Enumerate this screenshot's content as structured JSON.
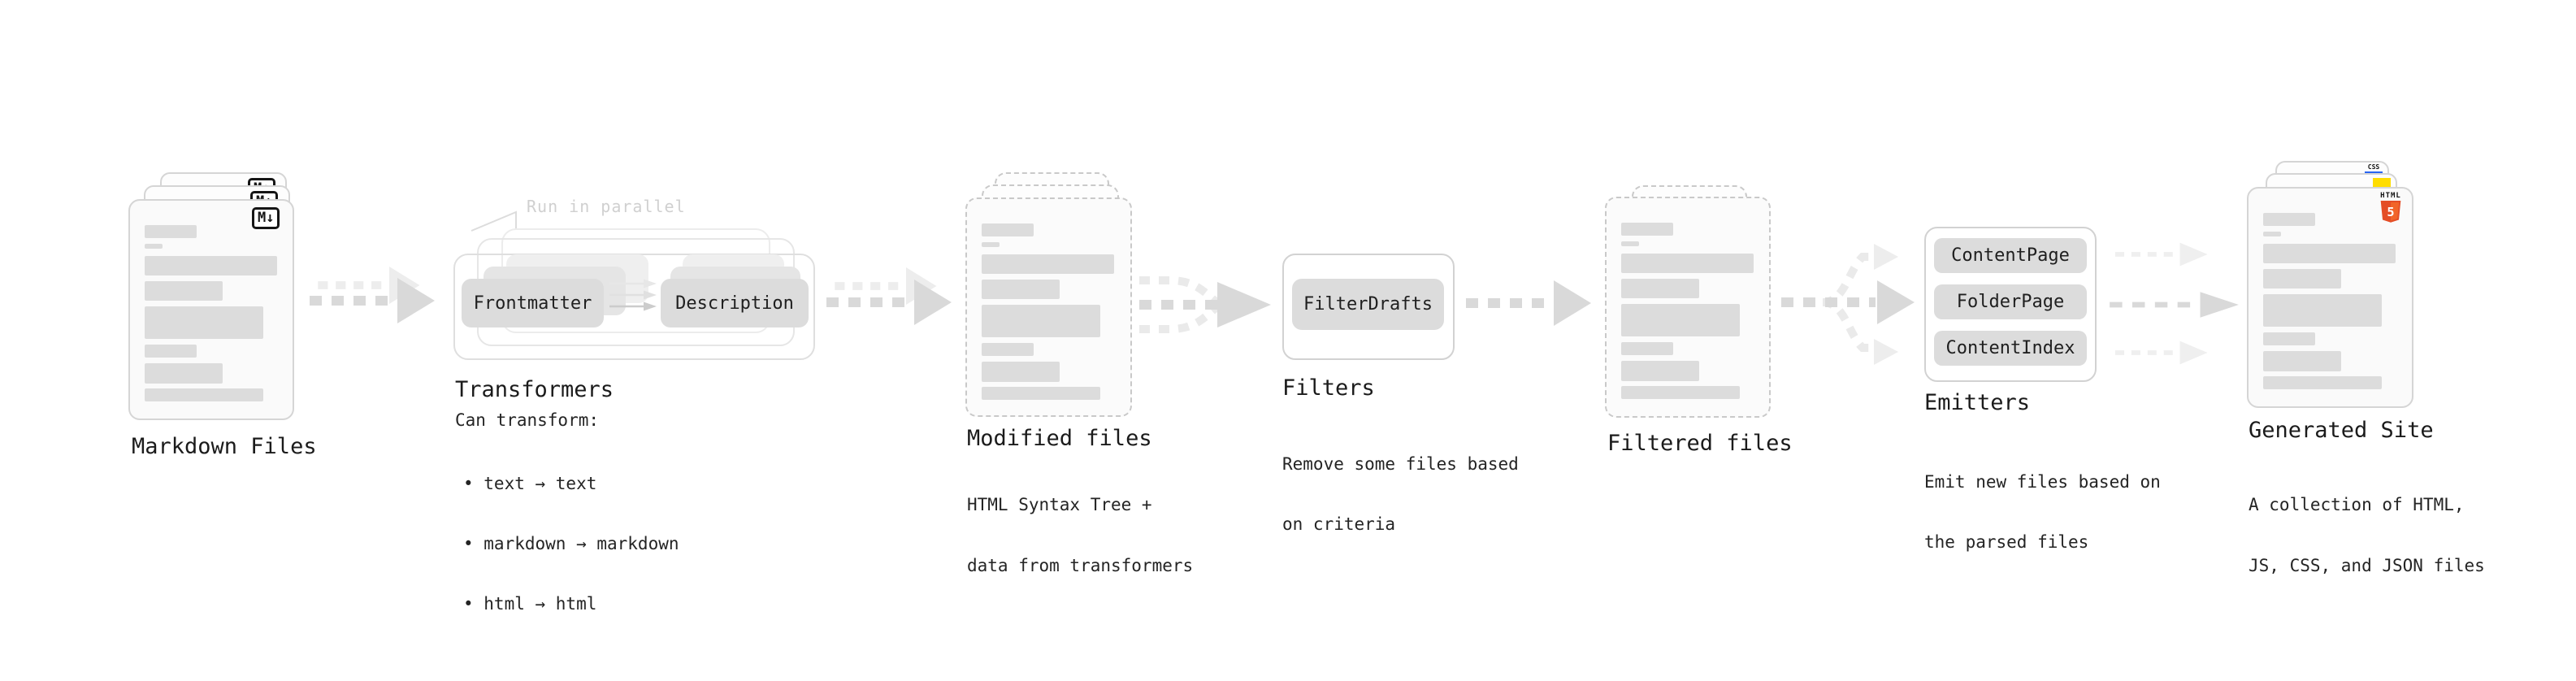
{
  "stages": {
    "markdown_files": {
      "label": "Markdown Files"
    },
    "transformers": {
      "label": "Transformers",
      "annotation": "Run in parallel",
      "box1": "Frontmatter",
      "box2": "Description",
      "desc_title": "Can transform:",
      "bullet1": "• text → text",
      "bullet2": "• markdown → markdown",
      "bullet3": "• html → html"
    },
    "modified_files": {
      "label": "Modified files",
      "desc_line1": "HTML Syntax Tree +",
      "desc_line2": "data from transformers"
    },
    "filters": {
      "label": "Filters",
      "box1": "FilterDrafts",
      "desc_line1": "Remove some files based",
      "desc_line2": "on criteria"
    },
    "filtered_files": {
      "label": "Filtered files"
    },
    "emitters": {
      "label": "Emitters",
      "box1": "ContentPage",
      "box2": "FolderPage",
      "box3": "ContentIndex",
      "desc_line1": "Emit new files based on",
      "desc_line2": "the parsed files"
    },
    "generated_site": {
      "label": "Generated Site",
      "desc_line1": "A collection of HTML,",
      "desc_line2": "JS, CSS, and JSON files"
    }
  },
  "icons": {
    "markdown_label": "M↓",
    "html5_word": "HTML",
    "html5_numeral": "5",
    "css_label": "CSS"
  },
  "colors": {
    "html5_orange": "#e44d26",
    "html5_orange_light": "#f16529",
    "js_yellow": "#ffdd00",
    "css_blue": "#2965f1",
    "arrow_gray": "#d9d9d9",
    "arrow_ghost": "#ededed",
    "box_gray": "#dcdcdc",
    "card_bg": "#fafafa",
    "skeleton_gray": "#dcdcdc",
    "annotation_gray": "#d0d0d0",
    "text_dark": "#1b1b1b"
  }
}
